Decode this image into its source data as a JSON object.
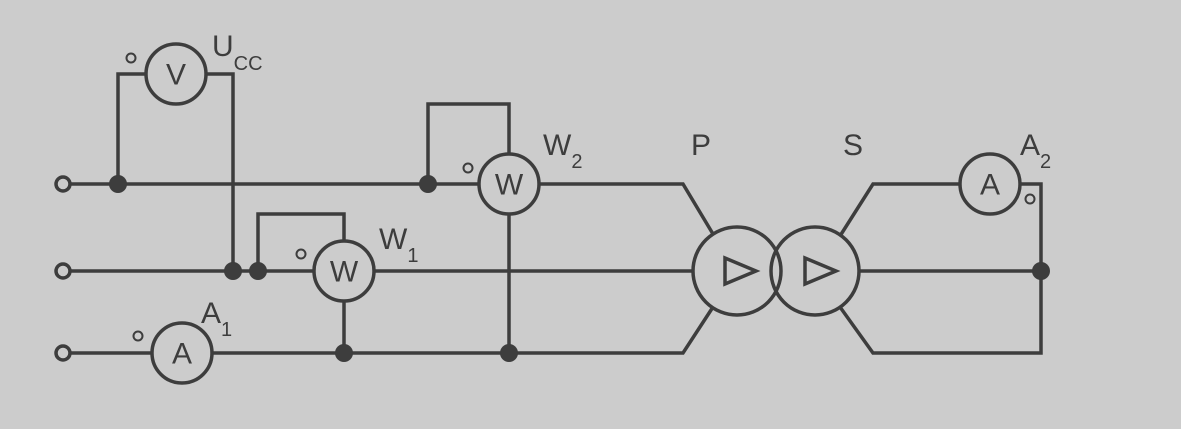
{
  "voltmeter": {
    "symbol": "V",
    "label": "U",
    "label_sub": "CC"
  },
  "wattmeter1": {
    "symbol": "W",
    "label": "W",
    "label_sub": "1"
  },
  "wattmeter2": {
    "symbol": "W",
    "label": "W",
    "label_sub": "2"
  },
  "ammeter1": {
    "symbol": "A",
    "label": "A",
    "label_sub": "1"
  },
  "ammeter2": {
    "symbol": "A",
    "label": "A",
    "label_sub": "2"
  },
  "transformer": {
    "primary_label": "P",
    "secondary_label": "S"
  },
  "colors": {
    "background": "#cccccc",
    "ink": "#3d3d3d"
  }
}
